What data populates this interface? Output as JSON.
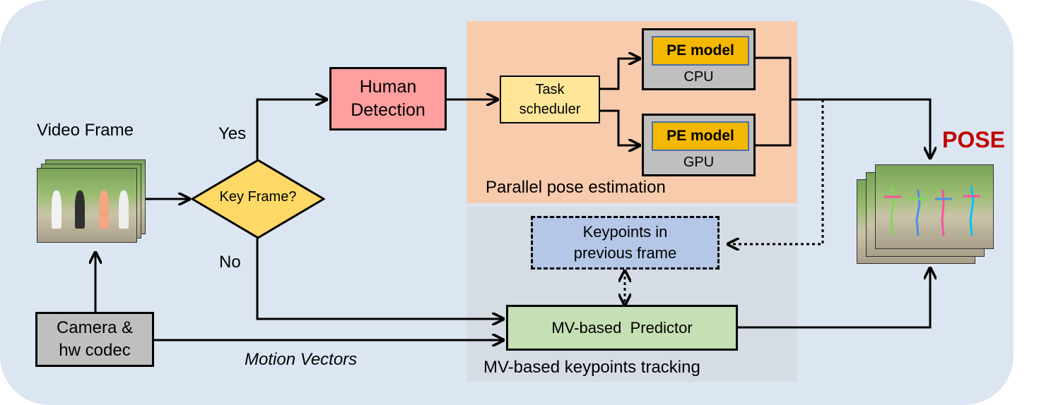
{
  "labels": {
    "video_frame": "Video Frame",
    "yes": "Yes",
    "no": "No",
    "motion_vectors": "Motion Vectors",
    "parallel_pose_estimation": "Parallel pose estimation",
    "mv_tracking": "MV-based keypoints tracking",
    "pose": "POSE"
  },
  "nodes": {
    "key_frame": "Key Frame?",
    "human_detection_l1": "Human",
    "human_detection_l2": "Detection",
    "task_scheduler_l1": "Task",
    "task_scheduler_l2": "scheduler",
    "pe_model_cpu": "PE model",
    "cpu": "CPU",
    "pe_model_gpu": "PE model",
    "gpu": "GPU",
    "keypoints_l1": "Keypoints in",
    "keypoints_l2": "previous frame",
    "mv_predictor": "MV-based  Predictor",
    "camera_l1": "Camera &",
    "camera_l2": "hw codec"
  },
  "colors": {
    "background": "#dce6f2",
    "parallel_region": "#f8cbad",
    "tracking_region": "#d6dce4",
    "human_detection": "#ff9f9f",
    "key_frame": "#ffd966",
    "task_scheduler": "#ffe699",
    "pe_model": "#f5b800",
    "device_box": "#bfbfbf",
    "keypoints": "#b4c7e7",
    "predictor": "#c5e0b4",
    "camera": "#bfbfbf",
    "pose_text": "#c00000"
  }
}
